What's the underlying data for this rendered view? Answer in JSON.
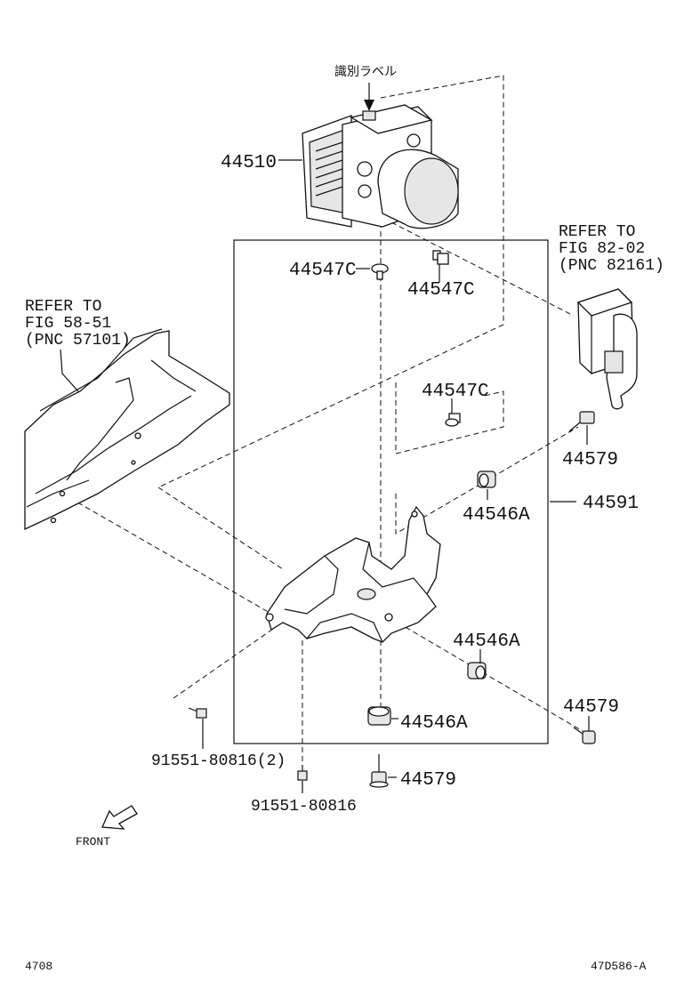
{
  "diagram": {
    "id_label": "識別ラベル",
    "parts": {
      "p44510": "44510",
      "p44547c_a": "44547C",
      "p44547c_b": "44547C",
      "p44547c_c": "44547C",
      "p44579_a": "44579",
      "p44579_b": "44579",
      "p44579_c": "44579",
      "p44591": "44591",
      "p44546a_a": "44546A",
      "p44546a_b": "44546A",
      "p44546a_c": "44546A",
      "p91551_a": "91551-80816(2)",
      "p91551_b": "91551-80816"
    },
    "refer_right": [
      "REFER TO",
      "FIG 82-02",
      "(PNC 82161)"
    ],
    "refer_left": [
      "REFER TO",
      "FIG 58-51",
      "(PNC 57101)"
    ],
    "front_label": "FRONT",
    "footer_left": "4708",
    "footer_right": "47D586-A"
  }
}
